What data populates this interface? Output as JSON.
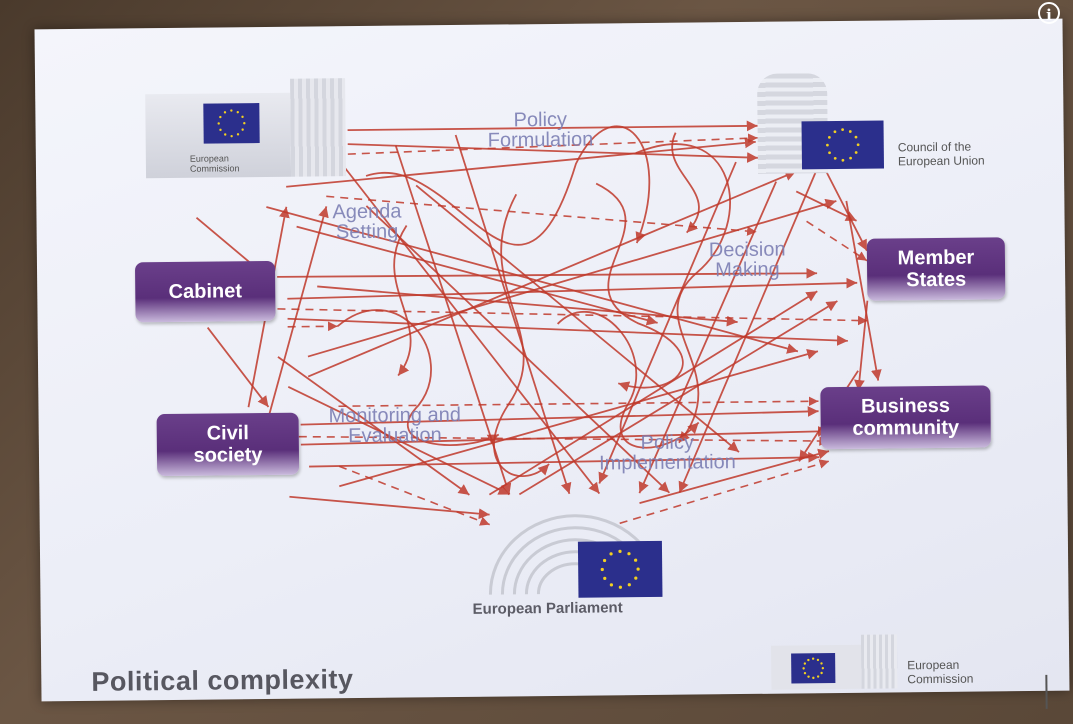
{
  "title": "Political complexity",
  "colors": {
    "actor_fill": "#5a2f7a",
    "arrow": "#c0392b",
    "stage_text": "#7c7fb4",
    "flag_blue": "#2b2f8c",
    "flag_star": "#f2d021"
  },
  "icons": {
    "info": "info-icon",
    "flag": "eu-flag-icon",
    "building": "building-icon",
    "hemicycle": "hemicycle-icon"
  },
  "info_glyph": "i",
  "actors": {
    "cabinet": {
      "label": "Cabinet"
    },
    "member_states": {
      "line1": "Member",
      "line2": "States"
    },
    "civil_society": {
      "line1": "Civil",
      "line2": "society"
    },
    "business": {
      "line1": "Business",
      "line2": "community"
    }
  },
  "institutions": {
    "commission_top": {
      "line1": "European",
      "line2": "Commission"
    },
    "council": {
      "line1": "Council of the",
      "line2": "European Union"
    },
    "parliament": {
      "label": "European Parliament"
    },
    "commission_footer": {
      "line1": "European",
      "line2": "Commission"
    }
  },
  "stages": {
    "policy_formulation": {
      "line1": "Policy",
      "line2": "Formulation"
    },
    "agenda_setting": {
      "line1": "Agenda",
      "line2": "Setting"
    },
    "decision_making": {
      "line1": "Decision",
      "line2": "Making"
    },
    "monitoring": {
      "line1": "Monitoring and",
      "line2": "Evaluation"
    },
    "implementation": {
      "line1": "Policy",
      "line2": "Implementation"
    }
  }
}
